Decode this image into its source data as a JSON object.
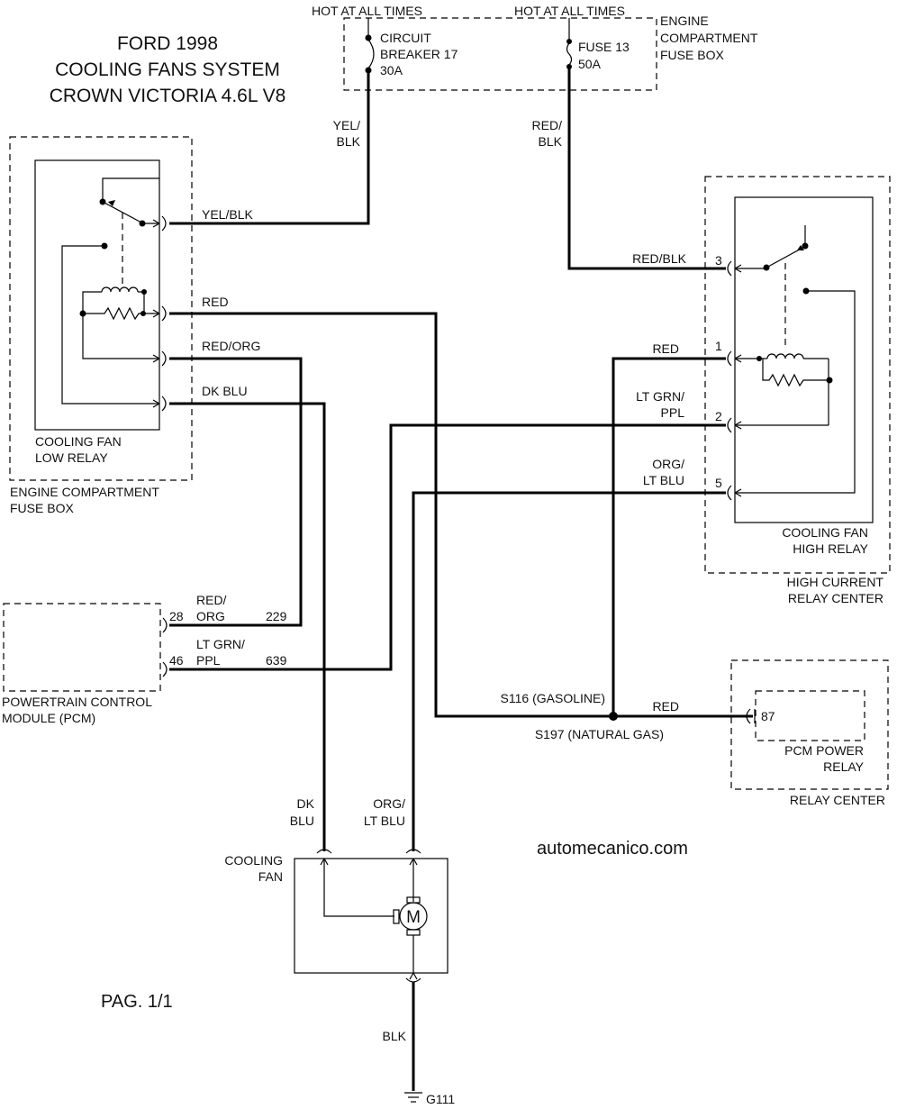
{
  "title": {
    "line1": "FORD 1998",
    "line2": "COOLING FANS SYSTEM",
    "line3": "CROWN VICTORIA 4.6L V8"
  },
  "top_fusebox": {
    "hot_left": "HOT AT ALL TIMES",
    "hot_right": "HOT AT ALL TIMES",
    "breaker_l1": "CIRCUIT",
    "breaker_l2": "BREAKER 17",
    "breaker_l3": "30A",
    "fuse_l1": "FUSE 13",
    "fuse_l2": "50A",
    "box_l1": "ENGINE",
    "box_l2": "COMPARTMENT",
    "box_l3": "FUSE BOX"
  },
  "low_relay": {
    "name_l1": "COOLING FAN",
    "name_l2": "LOW RELAY",
    "box_l1": "ENGINE COMPARTMENT",
    "box_l2": "FUSE BOX"
  },
  "high_relay": {
    "name_l1": "COOLING FAN",
    "name_l2": "HIGH RELAY",
    "box_l1": "HIGH CURRENT",
    "box_l2": "RELAY CENTER",
    "pin3": "3",
    "pin1": "1",
    "pin2": "2",
    "pin5": "5"
  },
  "pcm": {
    "name_l1": "POWERTRAIN CONTROL",
    "name_l2": "MODULE (PCM)",
    "pin28": "28",
    "pin46": "46",
    "circuit229": "229",
    "circuit639": "639"
  },
  "pcm_relay": {
    "pin87": "87",
    "name_l1": "PCM POWER",
    "name_l2": "RELAY",
    "box": "RELAY CENTER"
  },
  "fan": {
    "name_l1": "COOLING",
    "name_l2": "FAN",
    "motor": "M",
    "ground": "G111"
  },
  "splice": {
    "top": "S116 (GASOLINE)",
    "bottom": "S197 (NATURAL GAS)"
  },
  "wires": {
    "yelblk_l1": "YEL/",
    "yelblk_l2": "BLK",
    "redblk_l1": "RED/",
    "redblk_l2": "BLK",
    "yelblk": "YEL/BLK",
    "redblk": "RED/BLK",
    "red_low": "RED",
    "redorg_low": "RED/ORG",
    "dkblu_low": "DK BLU",
    "red_high": "RED",
    "ltgrnppl_l1": "LT GRN/",
    "ltgrnppl_l2": "PPL",
    "orgltblu_l1": "ORG/",
    "orgltblu_l2": "LT BLU",
    "pcm_redorg_l1": "RED/",
    "pcm_redorg_l2": "ORG",
    "pcm_ltgrn_l1": "LT GRN/",
    "pcm_ltgrn_l2": "PPL",
    "red_relay": "RED",
    "dk_l1": "DK",
    "dk_l2": "BLU",
    "org_l1": "ORG/",
    "org_l2": "LT BLU",
    "blk": "BLK"
  },
  "footer": {
    "page": "PAG. 1/1",
    "site": "automecanico.com"
  }
}
